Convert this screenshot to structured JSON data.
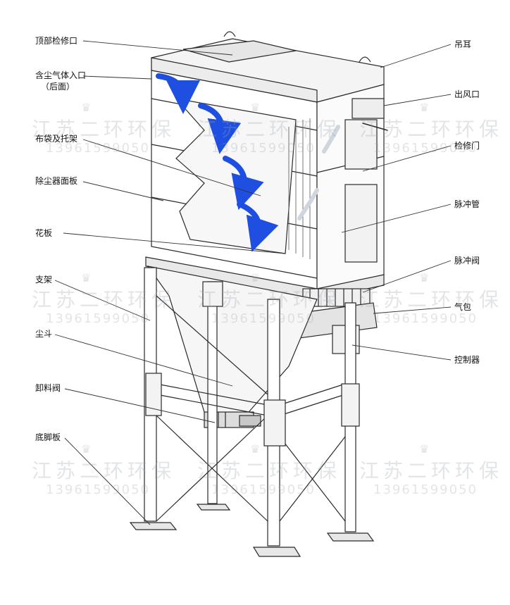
{
  "labels": {
    "top_hatch": "顶部检修口",
    "dust_inlet": "含尘气体入口",
    "dust_inlet_sub": "（后面）",
    "bag_cage": "布袋及托架",
    "panel": "除尘器面板",
    "tube_sheet": "花板",
    "support": "支架",
    "hopper": "尘斗",
    "discharge_valve": "卸料阀",
    "foot_plate": "底脚板",
    "lifting_lug": "吊耳",
    "outlet": "出风口",
    "access_door": "检修门",
    "pulse_pipe": "脉冲管",
    "pulse_valve": "脉冲阀",
    "air_header": "气包",
    "controller": "控制器"
  },
  "watermark": {
    "company": "江苏二环环保",
    "phone": "13961599050"
  },
  "colors": {
    "line": "#2a2a2a",
    "arrow": "#1f4fe0",
    "arrow_light": "#dfe4ea",
    "watermark": "#9aa3ad"
  }
}
